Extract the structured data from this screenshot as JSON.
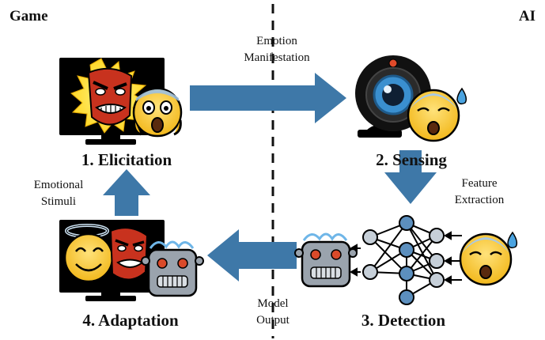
{
  "sides": {
    "left": "Game",
    "right": "AI"
  },
  "steps": {
    "elicitation": "1. Elicitation",
    "sensing": "2. Sensing",
    "detection": "3. Detection",
    "adaptation": "4. Adaptation"
  },
  "flows": {
    "emotion_manifestation": [
      "Emotion",
      "Manifestation"
    ],
    "feature_extraction": [
      "Feature",
      "Extraction"
    ],
    "model_output": [
      "Model",
      "Output"
    ],
    "emotional_stimuli": [
      "Emotional",
      "Stimuli"
    ]
  },
  "colors": {
    "arrow": "#3e78a8",
    "divider": "#111111",
    "emoji_yellow": "#f4c430",
    "mask_red": "#c8321e",
    "burst_yellow": "#ffd51f",
    "robot_gray": "#9aa3ad",
    "network_node": "#5c8fbe",
    "network_node_light": "#c6cfd8"
  },
  "icons": [
    "monitor-icon",
    "angry-mask-icon",
    "scared-face-icon",
    "webcam-icon",
    "anxious-face-icon",
    "neural-network-icon",
    "robot-icon",
    "angel-face-icon"
  ]
}
